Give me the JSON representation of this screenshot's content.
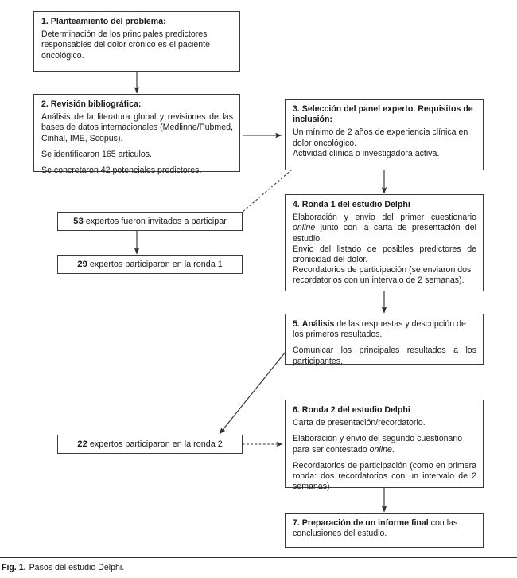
{
  "figure": {
    "caption_label": "Fig. 1.",
    "caption_text": "Pasos del estudio Delphi."
  },
  "diagram": {
    "type": "flowchart",
    "language": "es",
    "boxes": [
      {
        "id": "step1",
        "number": "1.",
        "heading": "Planteamiento del problema:",
        "body": "Determinación de los principales predictores responsables del dolor crónico es el paciente oncológico."
      },
      {
        "id": "step2",
        "number": "2.",
        "heading": "Revisión bibliográfica:",
        "body_1": "Análisis de la literatura global y revisiones de las bases de datos internacionales (Medlinne/Pubmed, Cinhal, IME, Scopus).",
        "body_2": "Se identificaron 165 articulos.",
        "body_3": "Se concretaron 42 potenciales predictores."
      },
      {
        "id": "step3",
        "number": "3.",
        "heading": "Selección del panel experto. Requisitos de inclusión:",
        "body_1": "Un mínimo de 2 años de experiencia clínica en dolor oncológico.",
        "body_2": "Actividad clínica o investigadora activa."
      },
      {
        "id": "step4",
        "number": "4.",
        "heading": "Ronda 1 del estudio Delphi",
        "body_1a": "Elaboración y envio del primer cuestionario ",
        "body_1_italic": "online",
        "body_1b": " junto con la carta de presentación del estudio.",
        "body_2": "Envio del listado de posibles predictores de cronicidad del dolor.",
        "body_3": "Recordatorios de participación (se enviaron dos recordatorios con un intervalo de 2 semanas)."
      },
      {
        "id": "step5",
        "number": "5.",
        "heading_bold": "Análisis",
        "heading_rest": " de las respuestas y descripción de los primeros resultados.",
        "body_2": "Comunicar los principales resultados a los participantes."
      },
      {
        "id": "step6",
        "number": "6.",
        "heading": "Ronda 2 del estudio Delphi",
        "body_1": "Carta de presentación/recordatorio.",
        "body_2a": "Elaboración y envio del segundo cuestionario para ser contestado ",
        "body_2_italic": "online",
        "body_2b": ".",
        "body_3": "Recordatorios de participación (como en primera ronda: dos recordatorios con un intervalo de 2 semanas)"
      },
      {
        "id": "step7",
        "number": "7.",
        "heading_bold": "Preparación de un informe final",
        "heading_rest": " con las conclusiones del estudio."
      }
    ],
    "counts": [
      {
        "id": "invited",
        "value": "53",
        "label": "expertos fueron invitados a participar"
      },
      {
        "id": "round1",
        "value": "29",
        "label": "expertos participaron en la ronda 1"
      },
      {
        "id": "round2",
        "value": "22",
        "label": "expertos participaron en la ronda 2"
      }
    ],
    "connectors": [
      {
        "id": "c1",
        "from": "step1",
        "to": "step2",
        "style": "solid",
        "direction": "down"
      },
      {
        "id": "c2",
        "from": "step2",
        "to": "step3",
        "style": "solid",
        "direction": "right"
      },
      {
        "id": "c3",
        "from": "step3",
        "to": "invited",
        "style": "dotted",
        "direction": "diagonal-down-left"
      },
      {
        "id": "c4",
        "from": "step3",
        "to": "step4",
        "style": "solid",
        "direction": "down"
      },
      {
        "id": "c5",
        "from": "invited",
        "to": "round1",
        "style": "solid",
        "direction": "down"
      },
      {
        "id": "c6",
        "from": "step4",
        "to": "step5",
        "style": "solid",
        "direction": "down"
      },
      {
        "id": "c7",
        "from": "step5",
        "to": "round2",
        "style": "solid",
        "direction": "diagonal-down-left"
      },
      {
        "id": "c8",
        "from": "round2",
        "to": "step6",
        "style": "dotted",
        "direction": "right"
      },
      {
        "id": "c9",
        "from": "step6",
        "to": "step7",
        "style": "solid",
        "direction": "down"
      }
    ],
    "colors": {
      "box_border": "#3a3a3a",
      "text": "#1a1a1a",
      "connector": "#2d2d2d",
      "background": "#ffffff"
    }
  }
}
